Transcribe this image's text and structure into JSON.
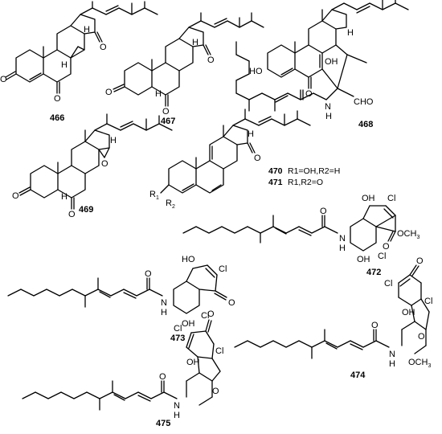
{
  "compounds": [
    {
      "id": "466"
    },
    {
      "id": "467"
    },
    {
      "id": "468"
    },
    {
      "id": "469"
    },
    {
      "id": "470",
      "note": "R1=OH,R2=H"
    },
    {
      "id": "471",
      "note": "R1,R2=O"
    },
    {
      "id": "472"
    },
    {
      "id": "473"
    },
    {
      "id": "474"
    },
    {
      "id": "475"
    }
  ],
  "atoms": {
    "O": "O",
    "H": "H",
    "HO": "HO",
    "OH": "OH",
    "N": "N",
    "Cl": "Cl",
    "CHO": "CHO",
    "OCH3": "OCH",
    "three": "3",
    "R": "R",
    "one": "1",
    "two": "2"
  }
}
